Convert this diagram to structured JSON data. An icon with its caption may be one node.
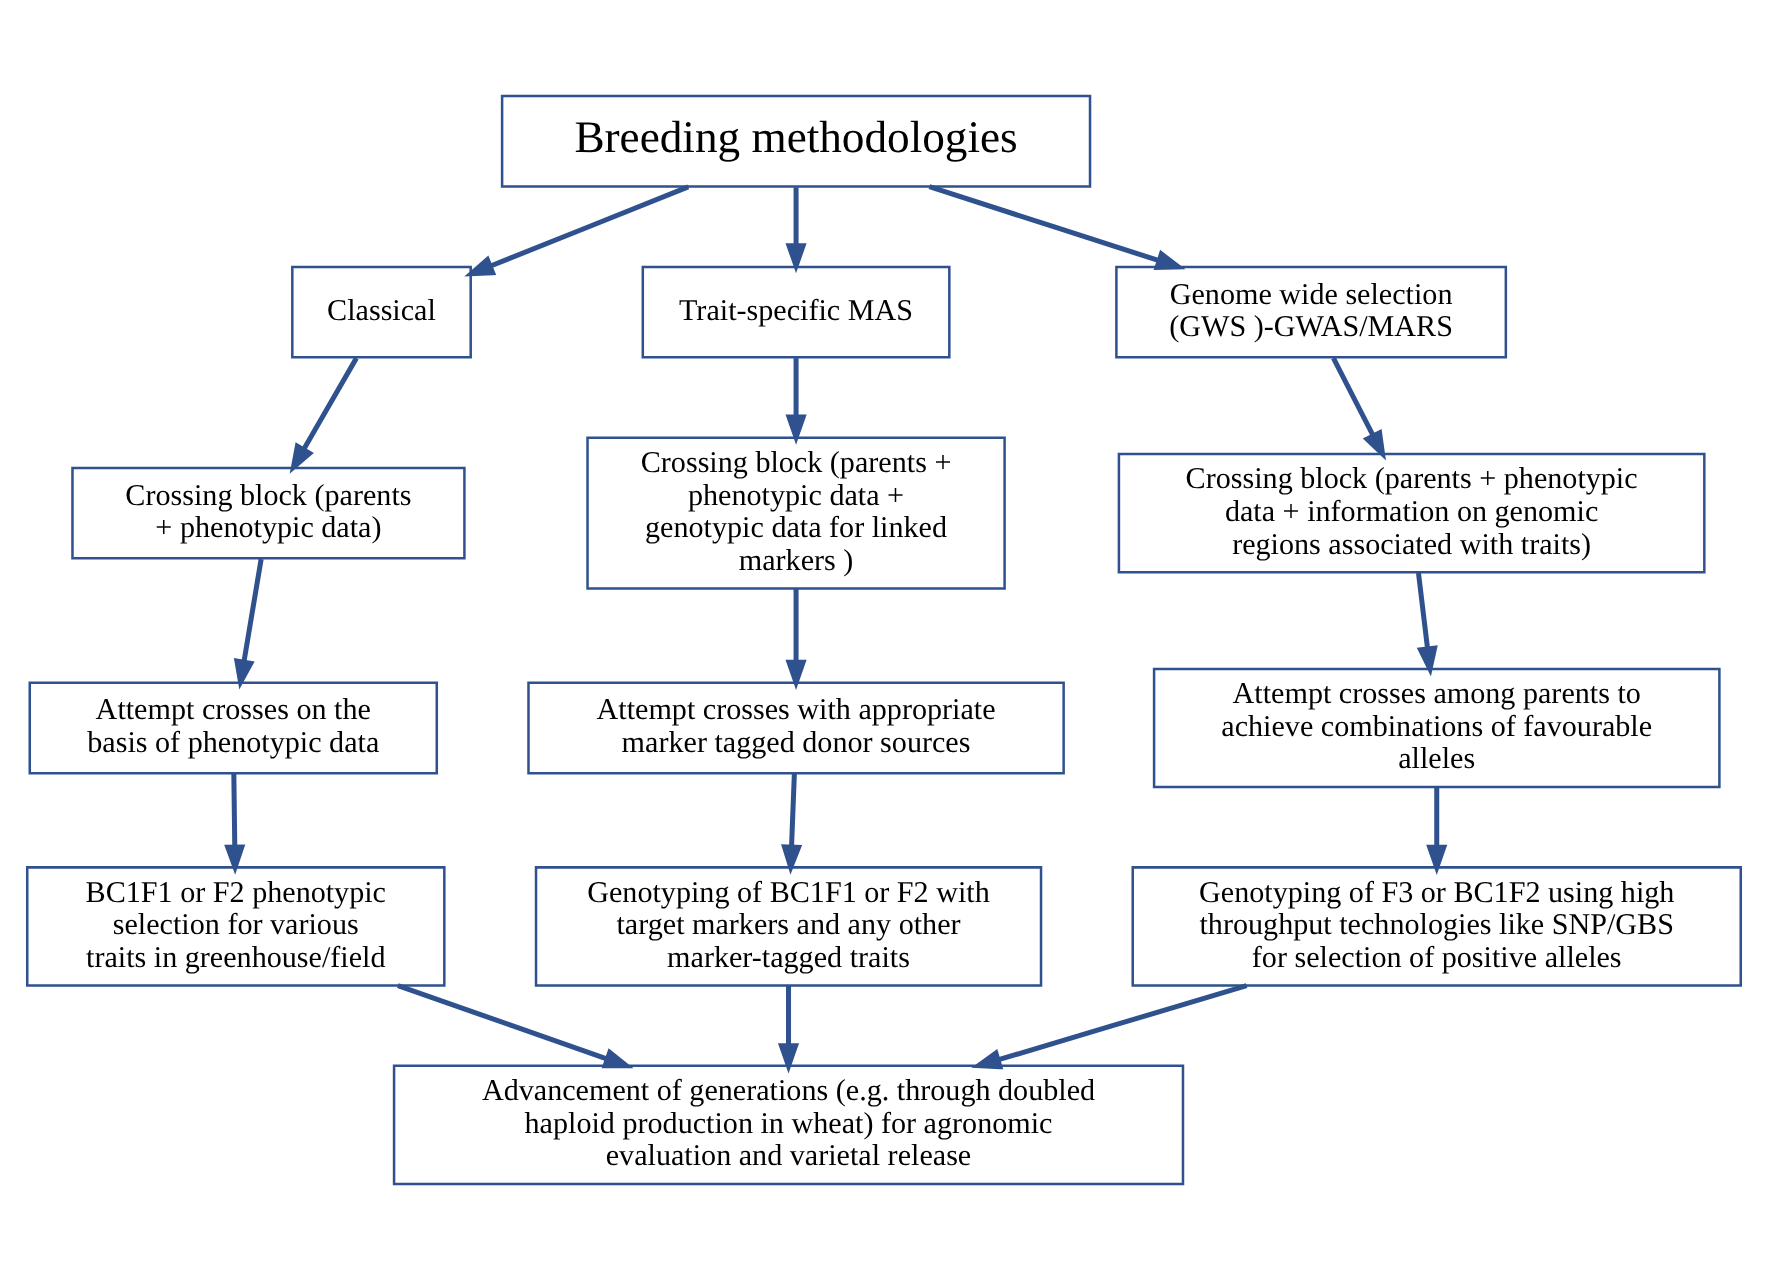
{
  "diagram": {
    "nodes": [
      {
        "text": [
          "Breeding methodologies"
        ]
      },
      {
        "text": [
          "Classical"
        ]
      },
      {
        "text": [
          "Trait-specific MAS"
        ]
      },
      {
        "text": [
          "Genome wide selection (GWS )-GWAS/MARS"
        ]
      },
      {
        "text": [
          "Crossing block (parents + phenotypic data)"
        ]
      },
      {
        "text": [
          "Crossing block (parents + phenotypic data + genotypic data for linked markers )"
        ]
      },
      {
        "text": [
          "Crossing block (parents + phenotypic data + information on genomic regions associated with traits)"
        ]
      },
      {
        "text": [
          "Attempt crosses on the basis of phenotypic data"
        ]
      },
      {
        "text": [
          "Attempt crosses with appropriate marker tagged donor sources"
        ]
      },
      {
        "text": [
          "Attempt crosses among parents to achieve combinations of favourable alleles"
        ]
      },
      {
        "text": [
          "BC1F1 or F2 phenotypic selection for various traits in greenhouse/field"
        ]
      },
      {
        "text": [
          "Genotyping of BC1F1 or F2 with target markers and any other marker-tagged traits"
        ]
      },
      {
        "text": [
          "Genotyping of F3 or BC1F2 using high throughput technologies like SNP/GBS for selection of positive alleles"
        ]
      },
      {
        "text": [
          "Advancement of generations (e.g. through doubled haploid production in wheat) for agronomic evaluation and varietal release"
        ]
      }
    ],
    "edges": [
      {
        "from": 0,
        "to": 1,
        "arrow": "to"
      },
      {
        "from": 0,
        "to": 2,
        "arrow": "to"
      },
      {
        "from": 0,
        "to": 3,
        "arrow": "to"
      },
      {
        "from": 1,
        "to": 4,
        "arrow": "to"
      },
      {
        "from": 2,
        "to": 5,
        "arrow": "to"
      },
      {
        "from": 3,
        "to": 6,
        "arrow": "to"
      },
      {
        "from": 4,
        "to": 7,
        "arrow": "to"
      },
      {
        "from": 5,
        "to": 8,
        "arrow": "to"
      },
      {
        "from": 6,
        "to": 9,
        "arrow": "to"
      },
      {
        "from": 7,
        "to": 10,
        "arrow": "to"
      },
      {
        "from": 8,
        "to": 11,
        "arrow": "to"
      },
      {
        "from": 9,
        "to": 12,
        "arrow": "to"
      },
      {
        "from": 10,
        "to": 13,
        "arrow": "to"
      },
      {
        "from": 11,
        "to": 13,
        "arrow": "to"
      },
      {
        "from": 12,
        "to": 13,
        "arrow": "to"
      }
    ]
  }
}
